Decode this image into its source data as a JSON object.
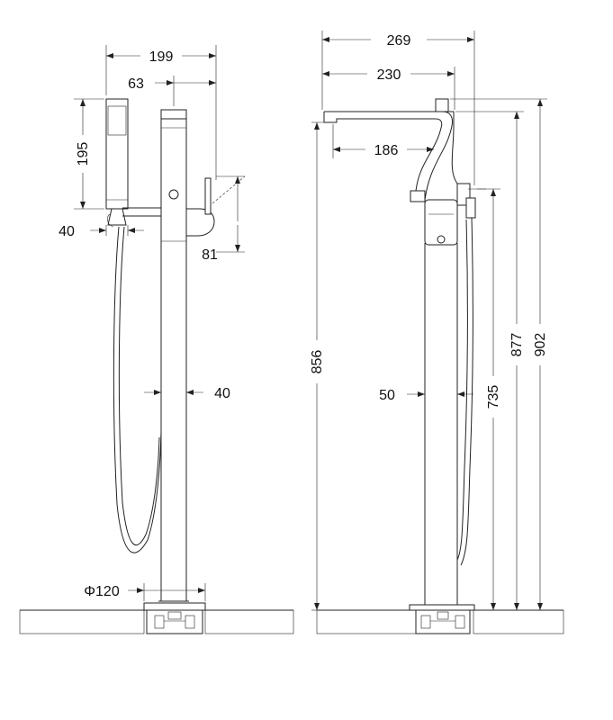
{
  "left_view": {
    "dimensions": {
      "overall_width": "199",
      "handle_offset": "63",
      "handshower_height": "195",
      "handshower_width": "40",
      "lever_height": "81",
      "pipe_diameter": "40",
      "base_diameter": "Φ120"
    }
  },
  "right_view": {
    "dimensions": {
      "overall_width": "269",
      "spout_reach": "230",
      "spout_inner": "186",
      "pipe_diameter": "50",
      "spout_height": "856",
      "handle_height": "735",
      "top_height": "877",
      "overall_height": "902"
    }
  }
}
